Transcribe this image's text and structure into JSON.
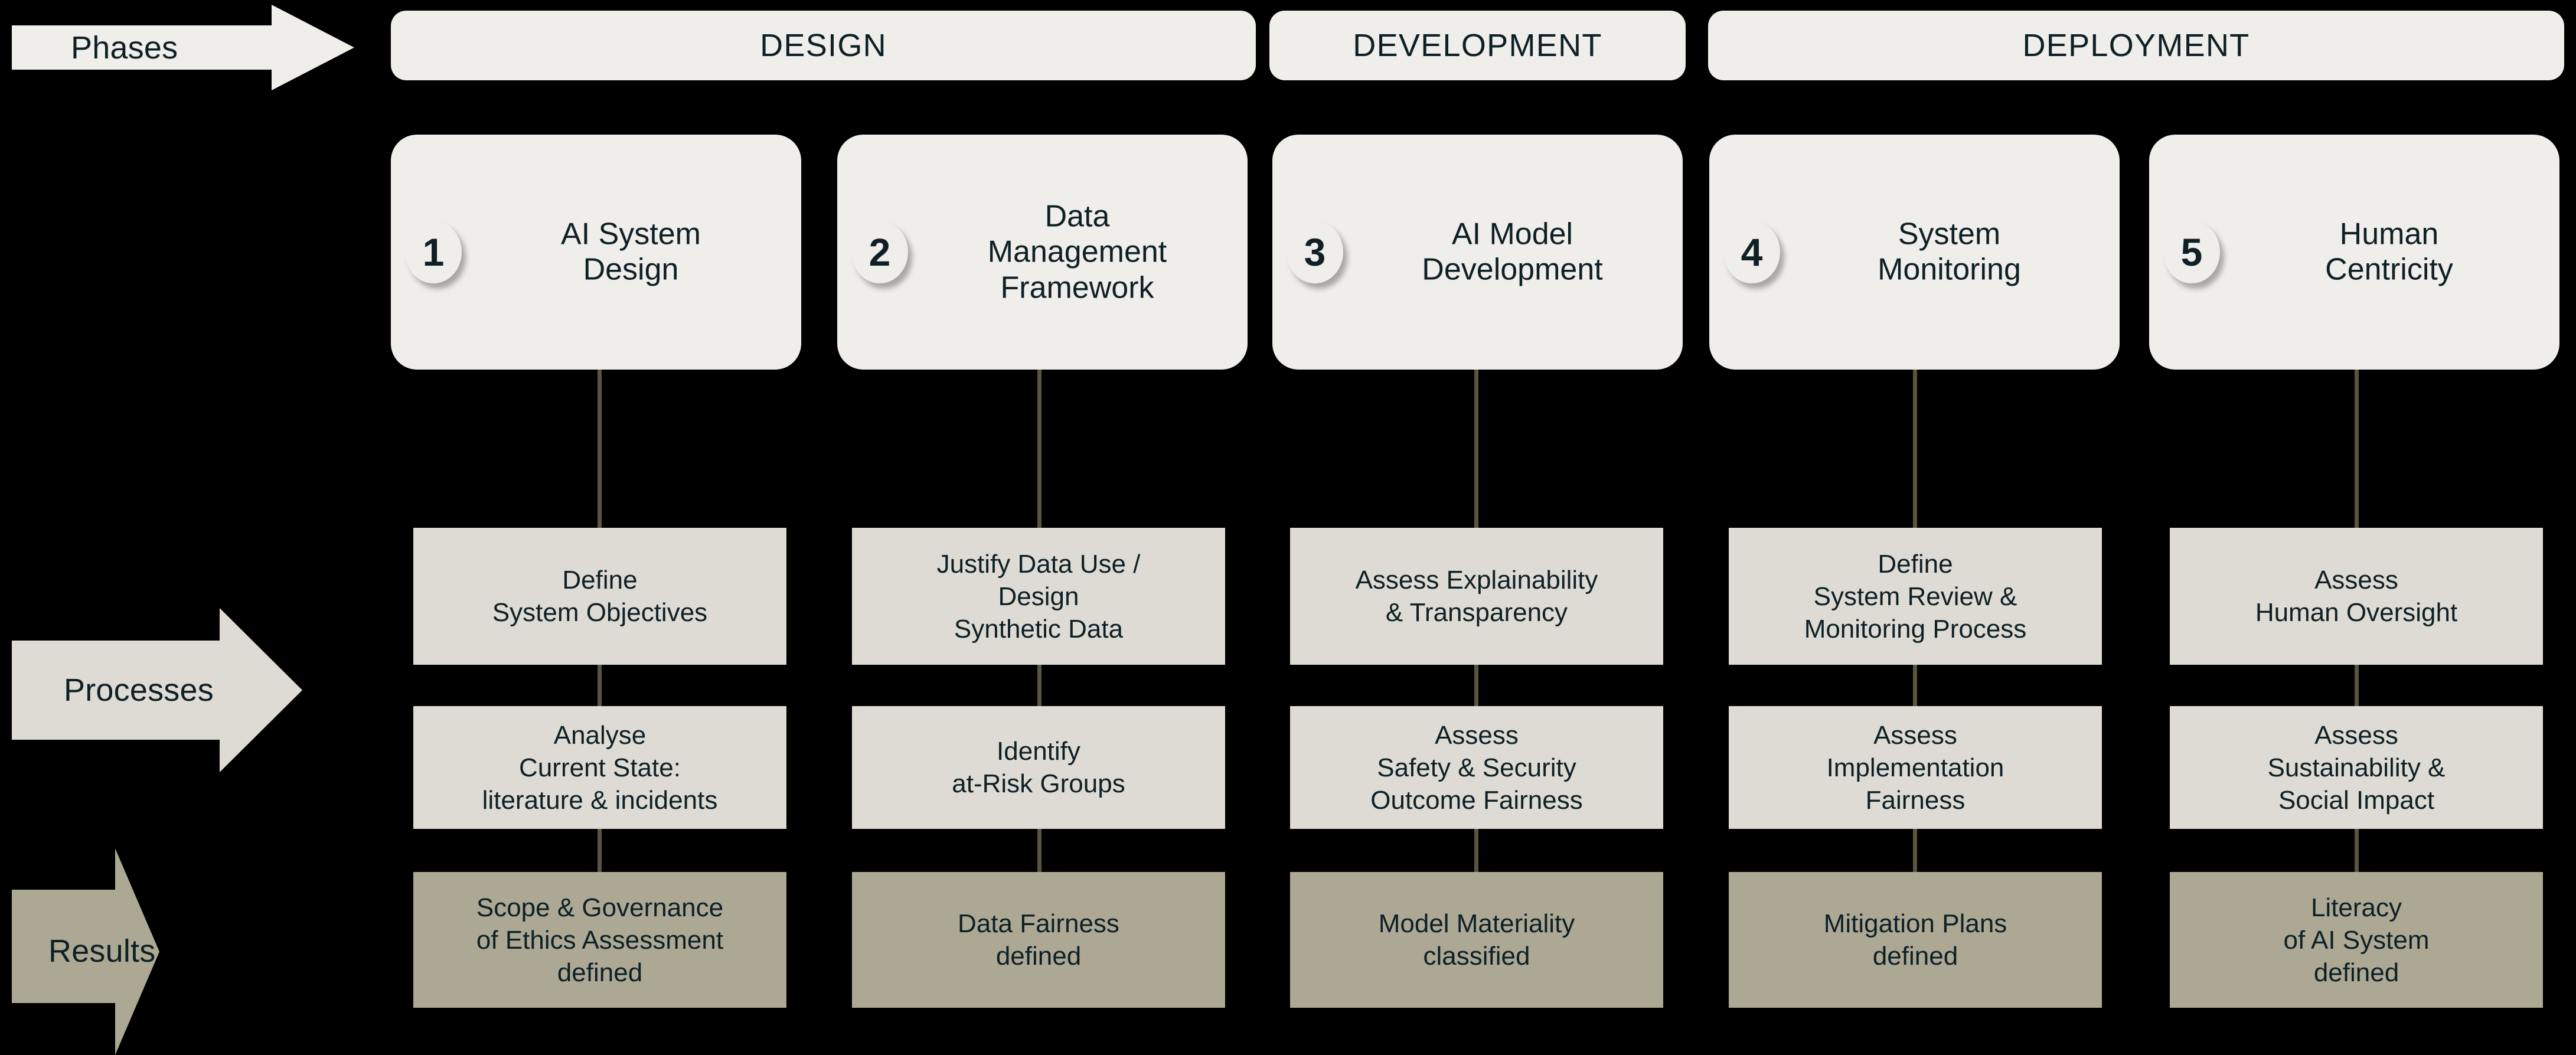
{
  "diagram": {
    "title": "AI Ethics Assessment Phases, Processes and Results",
    "colors": {
      "background": "#000000",
      "phase_pill": "#EFEEEA",
      "step_card": "#EFEEEA",
      "process_box": "#DEDBD4",
      "result_box": "#ACA894",
      "phases_arrow": "#EFEEEA",
      "processes_arrow": "#DEDBD4",
      "results_arrow": "#ACA894",
      "connector_line": "#59543F",
      "text": "#0E2026"
    }
  },
  "row_labels": [
    {
      "label": "Phases"
    },
    {
      "label": "Processes"
    },
    {
      "label": "Results"
    }
  ],
  "phases": [
    {
      "label": "DESIGN"
    },
    {
      "label": "DEVELOPMENT"
    },
    {
      "label": "DEPLOYMENT"
    }
  ],
  "steps": [
    {
      "number": "1",
      "title": "AI System\nDesign"
    },
    {
      "number": "2",
      "title": "Data\nManagement\nFramework"
    },
    {
      "number": "3",
      "title": "AI Model\nDevelopment"
    },
    {
      "number": "4",
      "title": "System\nMonitoring"
    },
    {
      "number": "5",
      "title": "Human\nCentricity"
    }
  ],
  "processes_row_1": [
    {
      "text": "Define\nSystem Objectives"
    },
    {
      "text": "Justify Data Use /\nDesign\nSynthetic Data"
    },
    {
      "text": "Assess Explainability\n& Transparency"
    },
    {
      "text": "Define\nSystem Review &\nMonitoring Process"
    },
    {
      "text": "Assess\nHuman Oversight"
    }
  ],
  "processes_row_2": [
    {
      "text": "Analyse\nCurrent State:\nliterature & incidents"
    },
    {
      "text": "Identify\nat-Risk Groups"
    },
    {
      "text": "Assess\nSafety & Security\nOutcome Fairness"
    },
    {
      "text": "Assess\nImplementation\nFairness"
    },
    {
      "text": "Assess\nSustainability &\nSocial Impact"
    }
  ],
  "results_row": [
    {
      "text": "Scope & Governance\nof Ethics Assessment\ndefined"
    },
    {
      "text": "Data Fairness\ndefined"
    },
    {
      "text": "Model Materiality\nclassified"
    },
    {
      "text": "Mitigation Plans\ndefined"
    },
    {
      "text": "Literacy\nof AI System\ndefined"
    }
  ]
}
